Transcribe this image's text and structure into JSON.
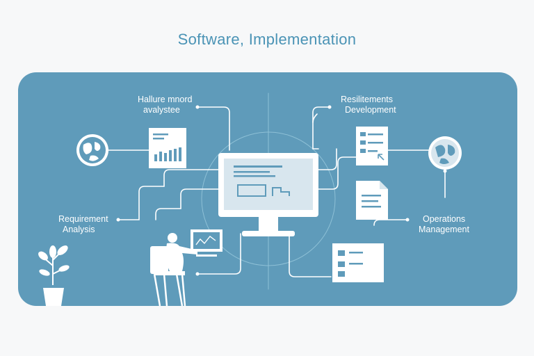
{
  "title": "Software, Implementation",
  "labels": {
    "failure_mode": [
      "Hallure mnord",
      "avalystee"
    ],
    "requirements_dev": [
      "Resilitements",
      "Development"
    ],
    "requirement_analysis": [
      "Requirement",
      "Analysis"
    ],
    "operations": [
      "Operations",
      "Management"
    ]
  },
  "colors": {
    "panel": "#5f9bba",
    "title": "#4a93b5",
    "page_background": "#f7f8f9",
    "line": "#ffffff",
    "screen": "#d8e6ee"
  }
}
